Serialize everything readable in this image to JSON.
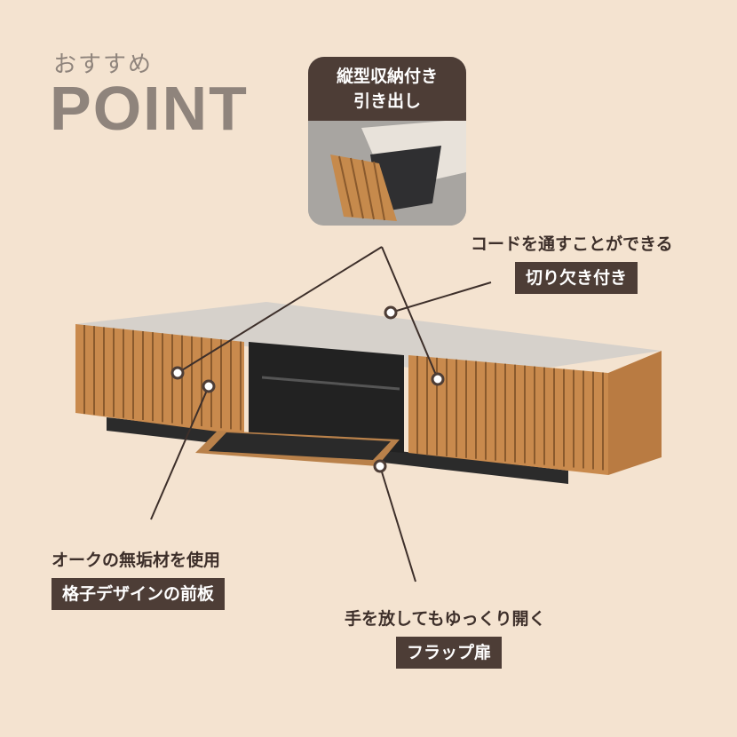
{
  "header": {
    "subtitle": "おすすめ",
    "title": "POINT"
  },
  "inset": {
    "label_line1": "縦型収納付き",
    "label_line2": "引き出し"
  },
  "points": [
    {
      "caption": "コードを通すことができる",
      "tag": "切り欠き付き"
    },
    {
      "caption": "オークの無垢材を使用",
      "tag": "格子デザインの前板"
    },
    {
      "caption": "手を放してもゆっくり開く",
      "tag": "フラップ扉"
    }
  ],
  "colors": {
    "background": "#f4e3d0",
    "tag": "#4d3d36",
    "title": "#8f847c",
    "wood": "#c88a4e"
  }
}
